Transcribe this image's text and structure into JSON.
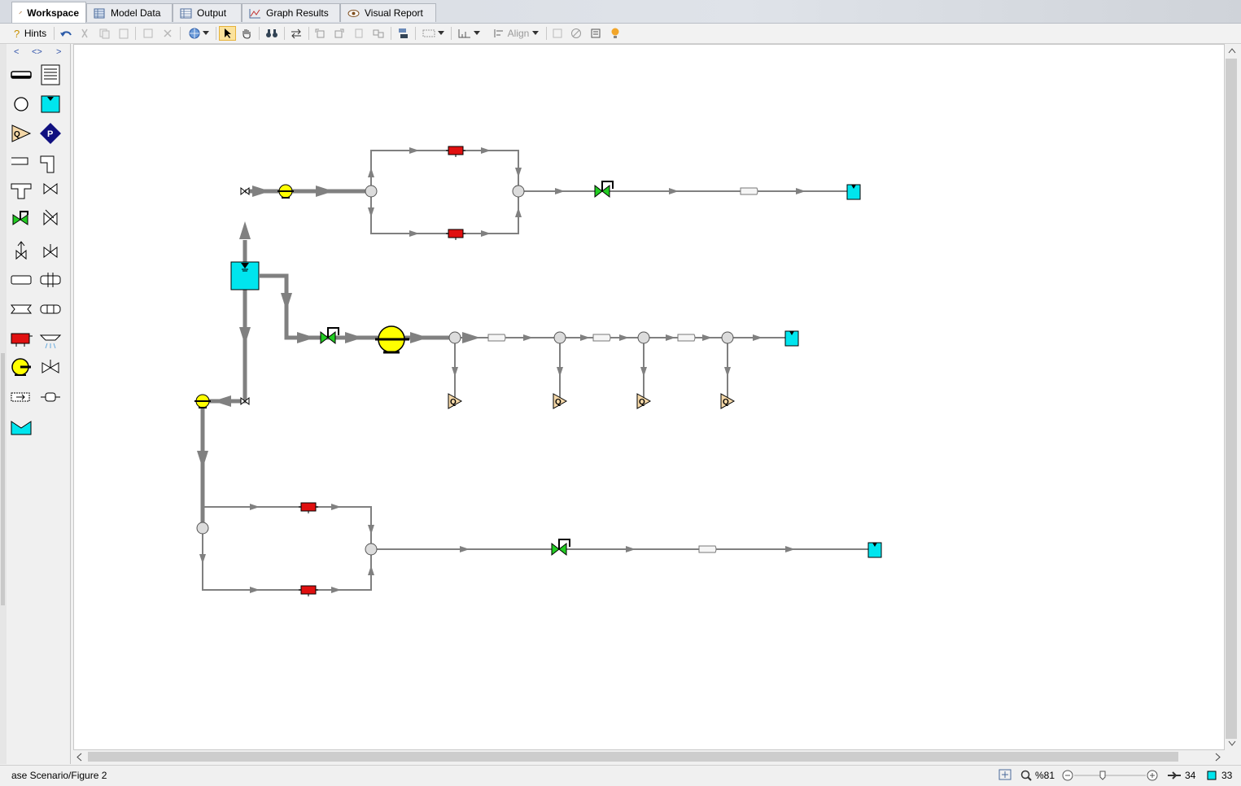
{
  "tabs": [
    {
      "label": "Workspace",
      "active": true
    },
    {
      "label": "Model Data",
      "active": false
    },
    {
      "label": "Output",
      "active": false
    },
    {
      "label": "Graph Results",
      "active": false
    },
    {
      "label": "Visual Report",
      "active": false
    }
  ],
  "toolbar": {
    "hints_label": "Hints",
    "align_label": "Align"
  },
  "palette": {
    "nav": {
      "prev": "<",
      "both": "<>",
      "next": ">"
    },
    "items": [
      "pipe",
      "annotation",
      "branch",
      "reservoir",
      "assigned-flow",
      "assigned-pressure",
      "bend",
      "elbow",
      "tee",
      "gate-valve",
      "control-valve",
      "check-valve",
      "relief-valve",
      "three-way-valve",
      "spray-discharge",
      "orifice",
      "screen",
      "venturi",
      "heat-exchanger",
      "spray-nozzle",
      "pump",
      "valve",
      "compressor-sonic",
      "general-component",
      "volume-balance"
    ],
    "node_letters": {
      "assigned_flow": "Q",
      "assigned_pressure": "P"
    }
  },
  "diagram": {
    "assigned_flow_label": "Q",
    "colors": {
      "pipe": "#808080",
      "reservoir": "#00e5ee",
      "pump": "#ffff00",
      "heat_exchanger": "#e01010",
      "control_valve": "#22cc22",
      "assigned_flow": "#f5d8a8"
    }
  },
  "status": {
    "scenario_text": "ase Scenario/Figure 2",
    "zoom_text": "%81",
    "pipe_count": "34",
    "junction_count": "33"
  }
}
